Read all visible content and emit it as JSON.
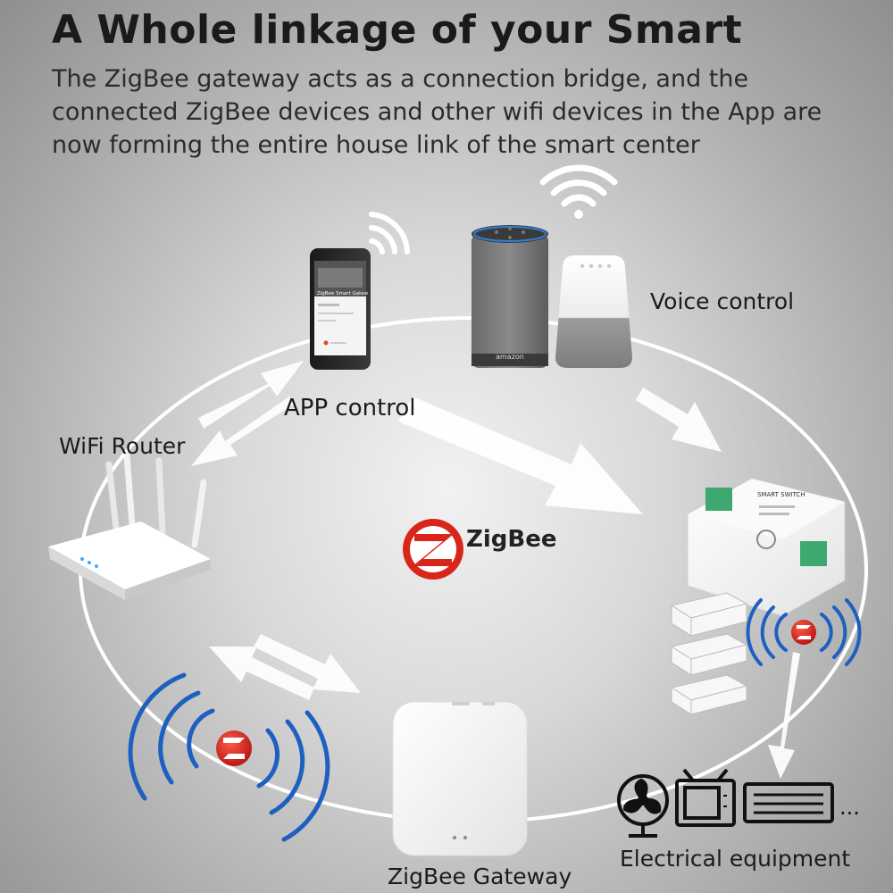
{
  "header": {
    "title": "A Whole linkage of your Smart",
    "subtitle": "The ZigBee gateway acts as a connection bridge, and the connected ZigBee devices and other wifi devices in the App are now forming the entire house link of the smart center"
  },
  "labels": {
    "app_control": "APP control",
    "voice_control": "Voice control",
    "wifi_router": "WiFi Router",
    "zigbee_gateway": "ZigBee Gateway",
    "electrical_equipment": "Electrical equipment",
    "zigbee_logo": "ZigBee",
    "more": "..."
  },
  "phone": {
    "screen_title": "ZigBee Smart Gatew"
  },
  "speaker": {
    "brand": "amazon"
  },
  "switch": {
    "label": "SMART SWITCH"
  },
  "colors": {
    "zigbee_red": "#d8261b",
    "signal_blue": "#1e5fc2",
    "arrow_white": "#ffffff"
  }
}
